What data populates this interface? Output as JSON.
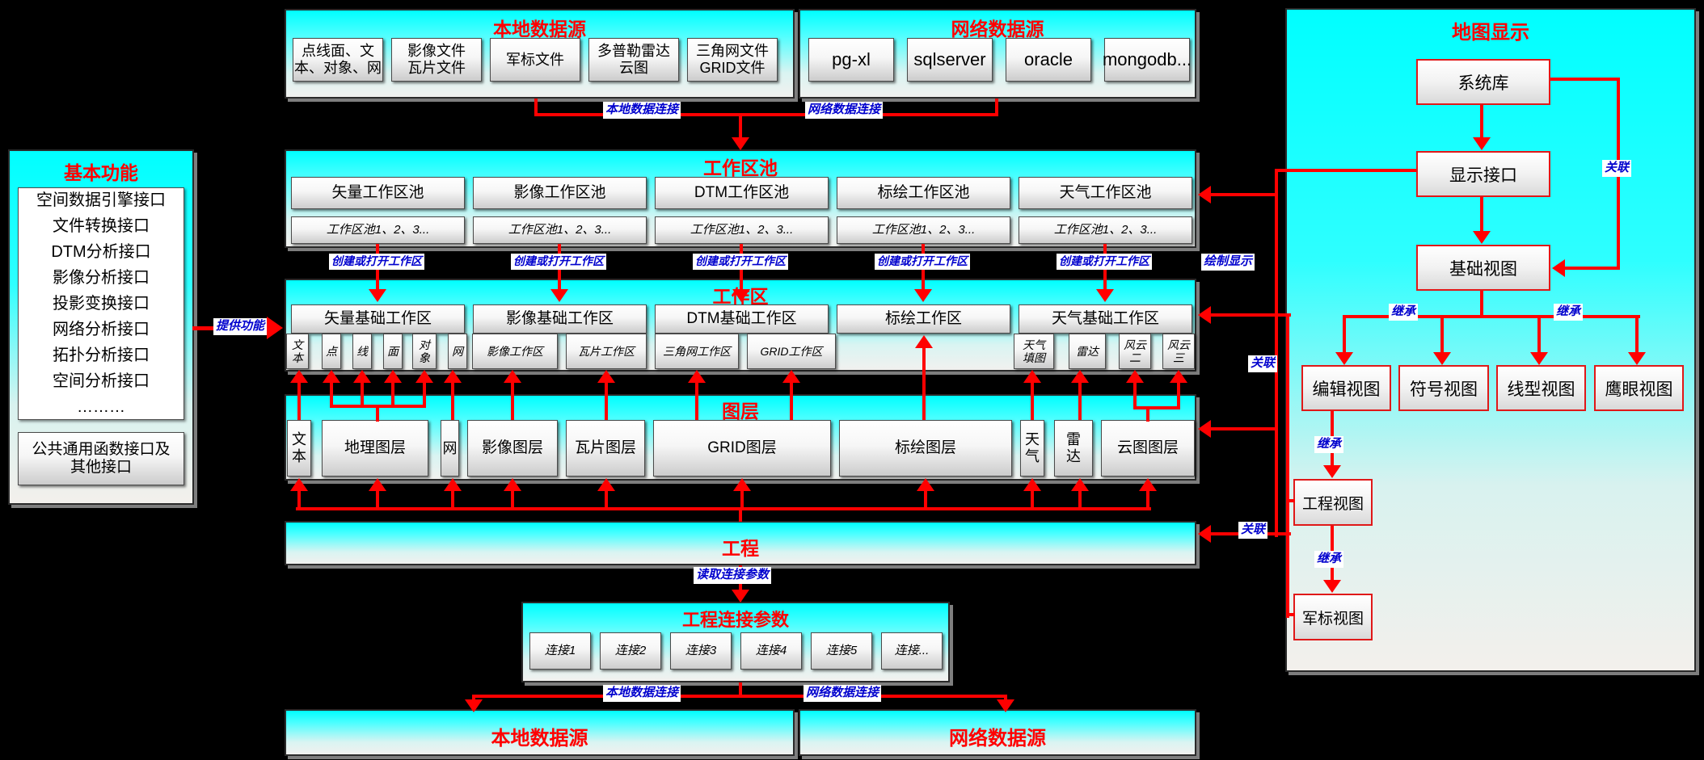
{
  "colors": {
    "arrow_red": "#ff0000",
    "label_blue": "#0000cd",
    "band_cyan": "#00ffff"
  },
  "basic_functions": {
    "title": "基本功能",
    "interface_list": "空间数据引擎接口\n文件转换接口\nDTM分析接口\n影像分析接口\n投影变换接口\n网络分析接口\n拓扑分析接口\n空间分析接口\n………",
    "common_box": "公共通用函数接口及\n其他接口"
  },
  "local_source": {
    "title": "本地数据源",
    "items": [
      "点线面、文\n本、对象、网",
      "影像文件\n瓦片文件",
      "军标文件",
      "多普勒雷达\n云图",
      "三角网文件\nGRID文件"
    ]
  },
  "network_source": {
    "title": "网络数据源",
    "items": [
      "pg-xl",
      "sqlserver",
      "oracle",
      "mongodb..."
    ]
  },
  "workspace_pool": {
    "title": "工作区池",
    "pools": [
      "矢量工作区池",
      "影像工作区池",
      "DTM工作区池",
      "标绘工作区池",
      "天气工作区池"
    ],
    "instances": "工作区池1、2、3..."
  },
  "workspace": {
    "title": "工作区",
    "areas": [
      "矢量基础工作区",
      "影像基础工作区",
      "DTM基础工作区",
      "标绘工作区",
      "天气基础工作区"
    ],
    "subitems": [
      "文\n本",
      "点",
      "线",
      "面",
      "对\n象",
      "网",
      "影像工作区",
      "瓦片工作区",
      "三角网工作区",
      "GRID工作区",
      "天气\n填图",
      "雷达",
      "风云\n二",
      "风云\n三"
    ]
  },
  "layers": {
    "title": "图层",
    "items": [
      "文\n本",
      "地理图层",
      "网",
      "影像图层",
      "瓦片图层",
      "GRID图层",
      "标绘图层",
      "天\n气",
      "雷\n达",
      "云图图层"
    ]
  },
  "project": {
    "title": "工程"
  },
  "connection_params": {
    "title": "工程连接参数",
    "items": [
      "连接1",
      "连接2",
      "连接3",
      "连接4",
      "连接5",
      "连接..."
    ]
  },
  "bottom_sources": {
    "local": "本地数据源",
    "network": "网络数据源"
  },
  "map_display": {
    "title": "地图显示",
    "system_lib": "系统库",
    "display_interface": "显示接口",
    "base_view": "基础视图",
    "edit_view": "编辑视图",
    "symbol_view": "符号视图",
    "line_view": "线型视图",
    "eagle_view": "鹰眼视图",
    "project_view": "工程视图",
    "military_view": "军标视图"
  },
  "edge_labels": {
    "local_conn": "本地数据连接",
    "network_conn": "网络数据连接",
    "create_open": "创建或打开工作区",
    "provide": "提供功能",
    "read_params": "读取连接参数",
    "draw_display": "绘制显示",
    "assoc": "关联",
    "inherit": "继承"
  }
}
